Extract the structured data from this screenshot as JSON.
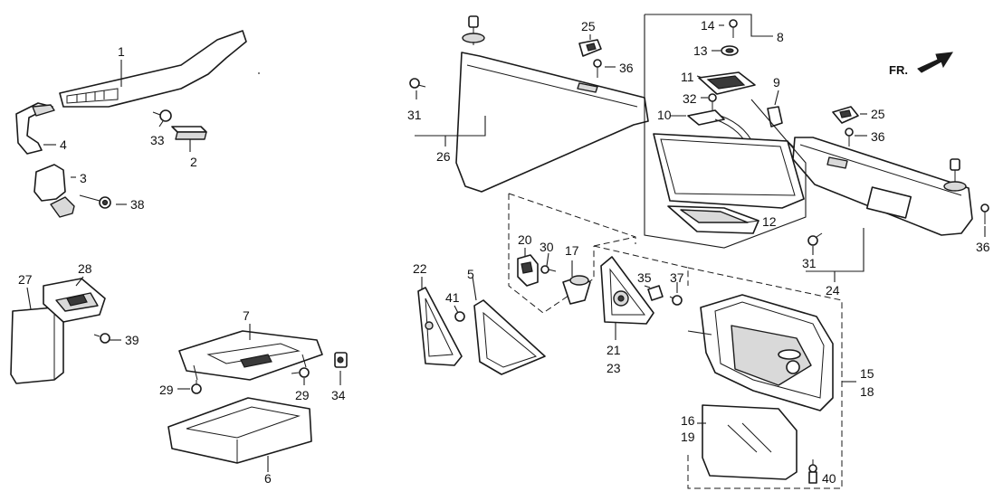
{
  "direction_indicator": "FR.",
  "callouts": {
    "c1": "1",
    "c2": "2",
    "c3": "3",
    "c4": "4",
    "c5": "5",
    "c6": "6",
    "c7": "7",
    "c8": "8",
    "c9": "9",
    "c10": "10",
    "c11": "11",
    "c12": "12",
    "c13": "13",
    "c14": "14",
    "c15": "15",
    "c16": "16",
    "c17": "17",
    "c18": "18",
    "c19": "19",
    "c20": "20",
    "c21": "21",
    "c22": "22",
    "c23": "23",
    "c24": "24",
    "c25a": "25",
    "c25b": "25",
    "c26": "26",
    "c27": "27",
    "c28": "28",
    "c29a": "29",
    "c29b": "29",
    "c30": "30",
    "c31a": "31",
    "c31b": "31",
    "c32": "32",
    "c33": "33",
    "c34": "34",
    "c35": "35",
    "c36a": "36",
    "c36b": "36",
    "c36c": "36",
    "c37": "37",
    "c38": "38",
    "c39": "39",
    "c40": "40",
    "c41": "41"
  },
  "icons": {
    "direction_arrow": "fr-arrow-icon"
  },
  "colors": {
    "ink": "#1a1a1a",
    "paper": "#ffffff",
    "shade": "#d9d9d9"
  }
}
